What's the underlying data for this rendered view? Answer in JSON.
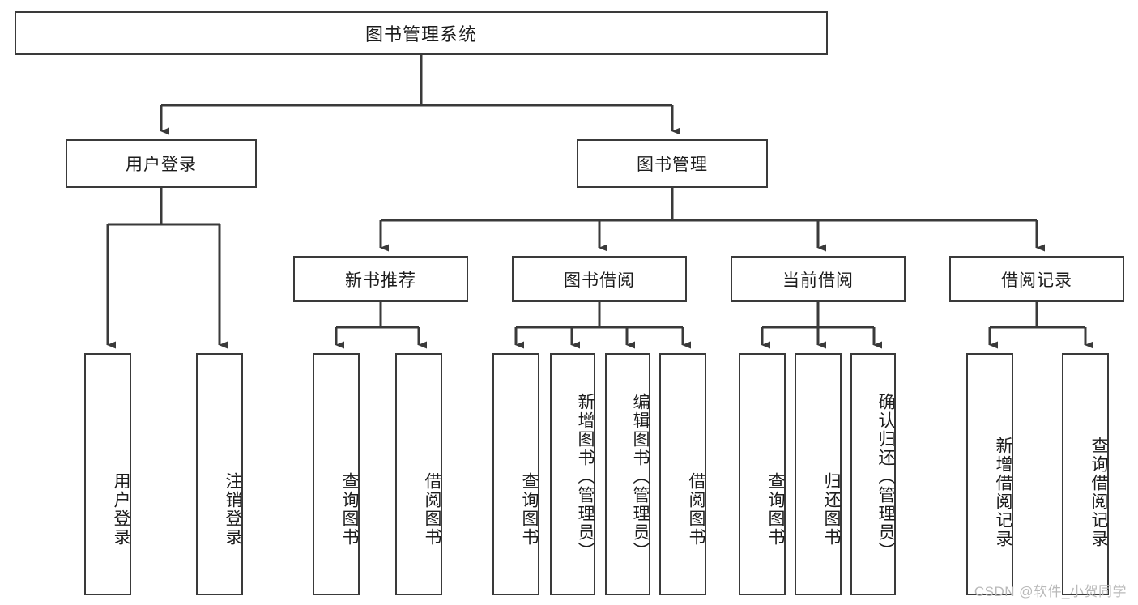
{
  "diagram": {
    "title": "图书管理系统",
    "type": "tree-hierarchy-chart",
    "watermark": "CSDN @软件_小贺同学",
    "colors": {
      "border": "#3a3a3a",
      "line": "#3a3a3a",
      "background": "#ffffff",
      "text": "#1c1c1c",
      "watermark": "#b9b9b9"
    },
    "levels": {
      "root": {
        "label": "图书管理系统"
      },
      "level2": [
        {
          "id": "user-login",
          "label": "用户登录"
        },
        {
          "id": "book-manage",
          "label": "图书管理"
        }
      ],
      "level3": [
        {
          "id": "new-book-recommend",
          "label": "新书推荐",
          "parent": "book-manage"
        },
        {
          "id": "book-borrow",
          "label": "图书借阅",
          "parent": "book-manage"
        },
        {
          "id": "current-borrow",
          "label": "当前借阅",
          "parent": "book-manage"
        },
        {
          "id": "borrow-record",
          "label": "借阅记录",
          "parent": "book-manage"
        }
      ],
      "leaves": [
        {
          "id": "leaf-user-login",
          "label": "用户登录",
          "parent": "user-login"
        },
        {
          "id": "leaf-logout-login",
          "label": "注销登录",
          "parent": "user-login"
        },
        {
          "id": "leaf-query-book-1",
          "label": "查询图书",
          "parent": "new-book-recommend"
        },
        {
          "id": "leaf-borrow-book-1",
          "label": "借阅图书",
          "parent": "new-book-recommend"
        },
        {
          "id": "leaf-query-book-2",
          "label": "查询图书",
          "parent": "book-borrow"
        },
        {
          "id": "leaf-add-book",
          "label": "新增图书（管理员）",
          "parent": "book-borrow"
        },
        {
          "id": "leaf-edit-book",
          "label": "编辑图书（管理员）",
          "parent": "book-borrow"
        },
        {
          "id": "leaf-borrow-book-2",
          "label": "借阅图书",
          "parent": "book-borrow"
        },
        {
          "id": "leaf-query-book-3",
          "label": "查询图书",
          "parent": "current-borrow"
        },
        {
          "id": "leaf-return-book",
          "label": "归还图书",
          "parent": "current-borrow"
        },
        {
          "id": "leaf-confirm-return",
          "label": "确认归还（管理员）",
          "parent": "current-borrow"
        },
        {
          "id": "leaf-add-record",
          "label": "新增借阅记录",
          "parent": "borrow-record"
        },
        {
          "id": "leaf-query-record",
          "label": "查询借阅记录",
          "parent": "borrow-record"
        }
      ]
    }
  }
}
